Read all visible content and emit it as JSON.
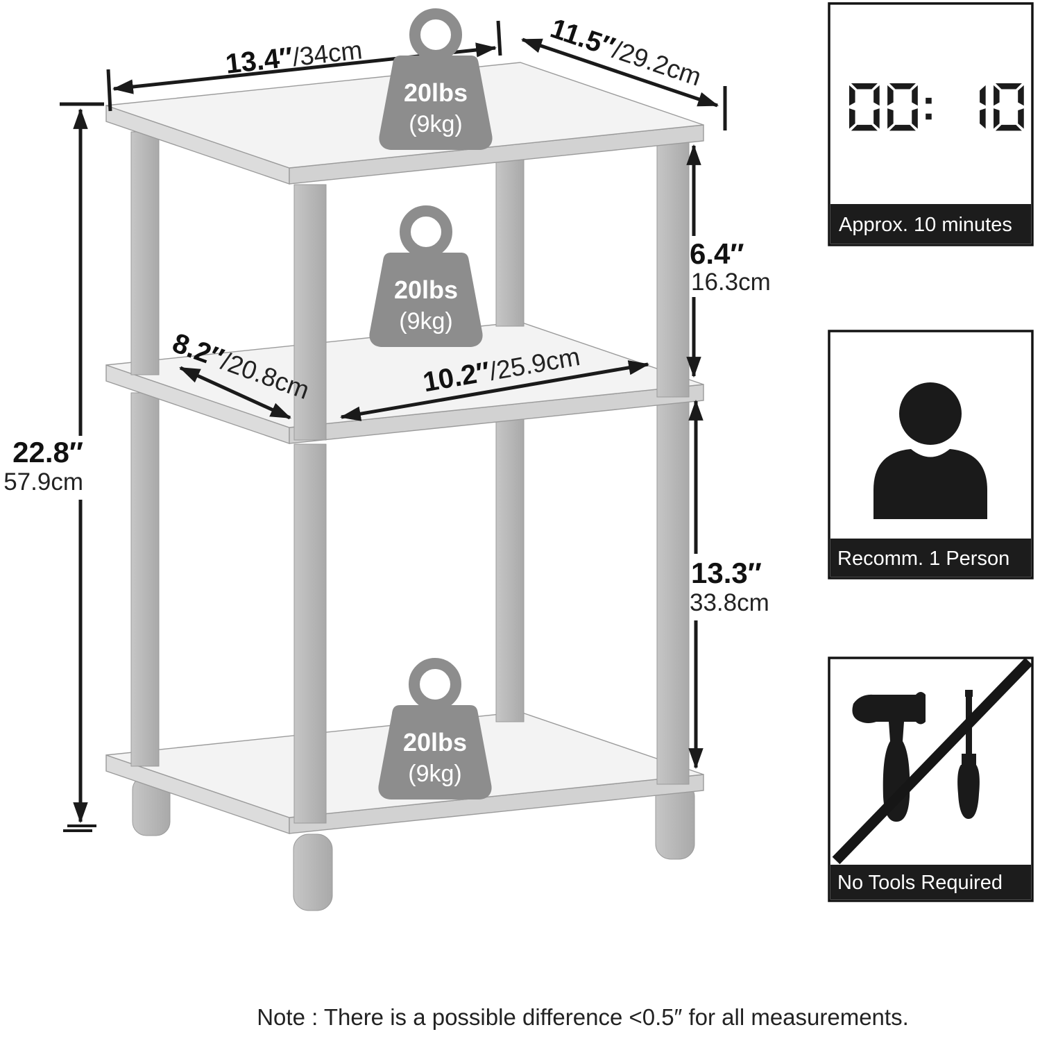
{
  "diagram": {
    "dimensions": {
      "top_width_in": "13.4″",
      "top_width_cm": "/34cm",
      "top_depth_in": "11.5″",
      "top_depth_cm": "/29.2cm",
      "upper_gap_in": "6.4″",
      "upper_gap_cm": "16.3cm",
      "middle_depth_in": "8.2″",
      "middle_depth_cm": "/20.8cm",
      "middle_width_in": "10.2″",
      "middle_width_cm": "/25.9cm",
      "total_height_in": "22.8″",
      "total_height_cm": "57.9cm",
      "lower_gap_in": "13.3″",
      "lower_gap_cm": "33.8cm"
    },
    "shelf_load": {
      "lbs": "20lbs",
      "kg": "(9kg)"
    }
  },
  "info_panels": {
    "assembly_time": {
      "clock_display": "00: 10",
      "label": "Approx. 10 minutes"
    },
    "persons": {
      "label": "Recomm. 1 Person"
    },
    "tools": {
      "label": "No Tools Required"
    }
  },
  "note": "Note : There is a possible difference <0.5″ for all measurements."
}
